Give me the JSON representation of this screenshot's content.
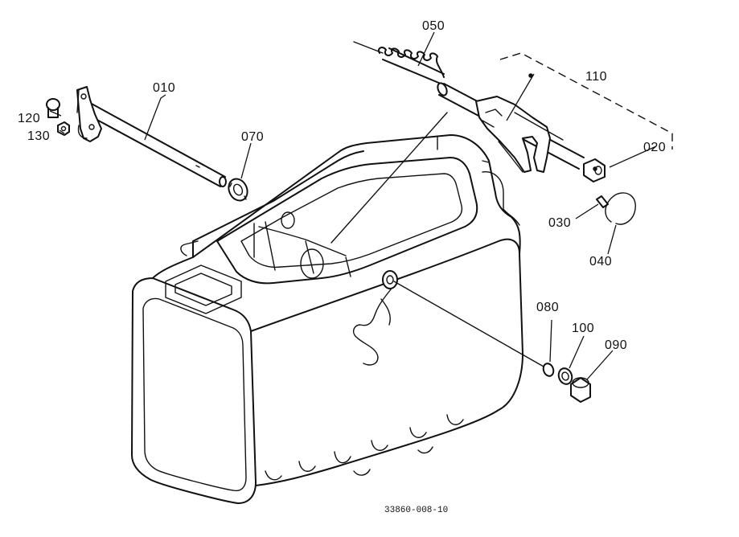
{
  "labels": {
    "p010": "010",
    "p020": "020",
    "p030": "030",
    "p040": "040",
    "p050": "050",
    "p070": "070",
    "p080": "080",
    "p090": "090",
    "p100": "100",
    "p110": "110",
    "p120": "120",
    "p130": "130"
  },
  "reference": "33860-008-10"
}
